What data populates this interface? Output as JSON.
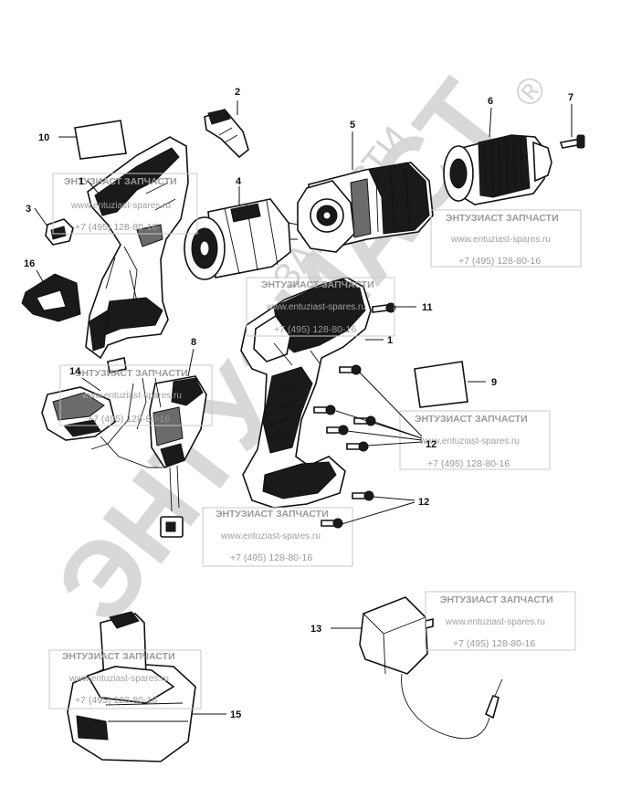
{
  "watermark": {
    "brand": "ЭНТУЗИАСТ",
    "brand_small": "ЗАПЧАСТИ",
    "registered_mark": "®",
    "stamp_title": "ЭНТУЗИАСТ ЗАПЧАСТИ",
    "stamp_url": "www.entuziast-spares.ru",
    "stamp_phone": "+7 (495) 128-80-16"
  },
  "callouts": {
    "c1a": "1",
    "c1b": "1",
    "c2": "2",
    "c3": "3",
    "c4": "4",
    "c5": "5",
    "c6": "6",
    "c7": "7",
    "c8": "8",
    "c9": "9",
    "c10": "10",
    "c11": "11",
    "c12a": "12",
    "c12b": "12",
    "c13": "13",
    "c14": "14",
    "c15": "15",
    "c16": "16"
  },
  "colors": {
    "ink": "#111111",
    "watermark": "#d8d8d8",
    "stamp_text": "#9a9a9a"
  }
}
